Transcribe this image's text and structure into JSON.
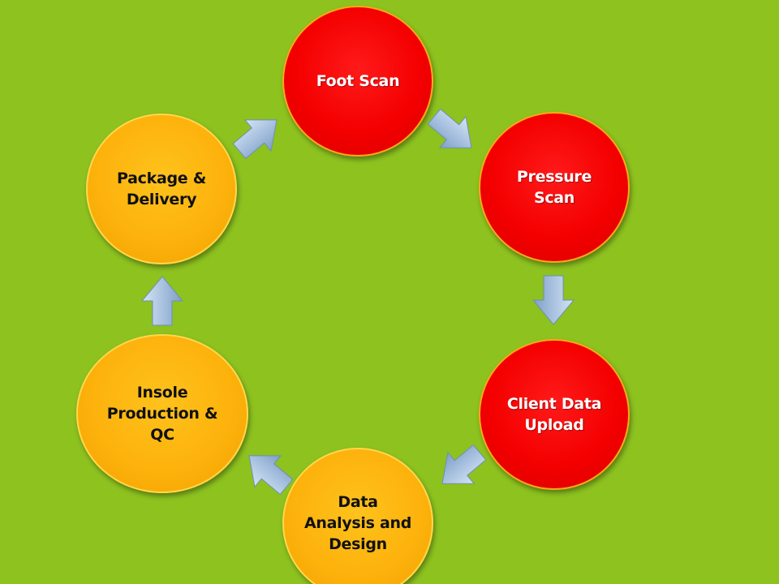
{
  "diagram": {
    "nodes": [
      {
        "id": "n1",
        "label": "Foot Scan",
        "style": "red"
      },
      {
        "id": "n2",
        "label": "Pressure\nScan",
        "style": "red"
      },
      {
        "id": "n3",
        "label": "Client Data\nUpload",
        "style": "red"
      },
      {
        "id": "n4",
        "label": "Data\nAnalysis and\nDesign",
        "style": "orange"
      },
      {
        "id": "n5",
        "label": "Insole\nProduction &\nQC",
        "style": "orange"
      },
      {
        "id": "n6",
        "label": "Package &\nDelivery",
        "style": "orange"
      }
    ],
    "edges": [
      {
        "from": "n1",
        "to": "n2"
      },
      {
        "from": "n2",
        "to": "n3"
      },
      {
        "from": "n3",
        "to": "n4"
      },
      {
        "from": "n4",
        "to": "n5"
      },
      {
        "from": "n5",
        "to": "n6"
      },
      {
        "from": "n6",
        "to": "n1"
      }
    ],
    "colors": {
      "background": "#8dc21f",
      "red_node": "#f40000",
      "orange_node": "#fdb20c",
      "arrow": "#9db8d8"
    }
  }
}
